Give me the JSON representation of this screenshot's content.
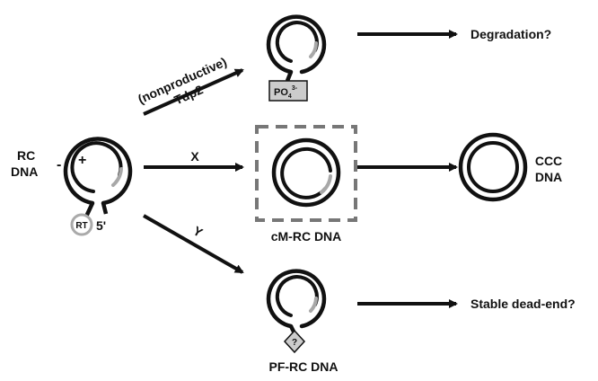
{
  "diagram": {
    "source": {
      "label_line1": "RC",
      "label_line2": "DNA",
      "minus_strand": "-",
      "plus_strand": "+",
      "rt_protein": "RT",
      "five_prime": "5'"
    },
    "pathways": {
      "top": {
        "enzyme_line1": "(nonproductive)",
        "enzyme_line2": "Tdp2",
        "end_group": "PO",
        "end_sub": "4",
        "end_sup": "3-",
        "outcome": "Degradation?"
      },
      "middle": {
        "step_label": "X",
        "intermediate": "cM-RC DNA",
        "product_line1": "CCC",
        "product_line2": "DNA"
      },
      "bottom": {
        "step_label": "Y",
        "intermediate": "PF-RC DNA",
        "end_group": "?",
        "outcome": "Stable dead-end?"
      }
    },
    "colors": {
      "strand": "#111111",
      "gap": "#a8a8a8",
      "box_fill": "#cccccc",
      "dashed_box": "#777777"
    }
  }
}
